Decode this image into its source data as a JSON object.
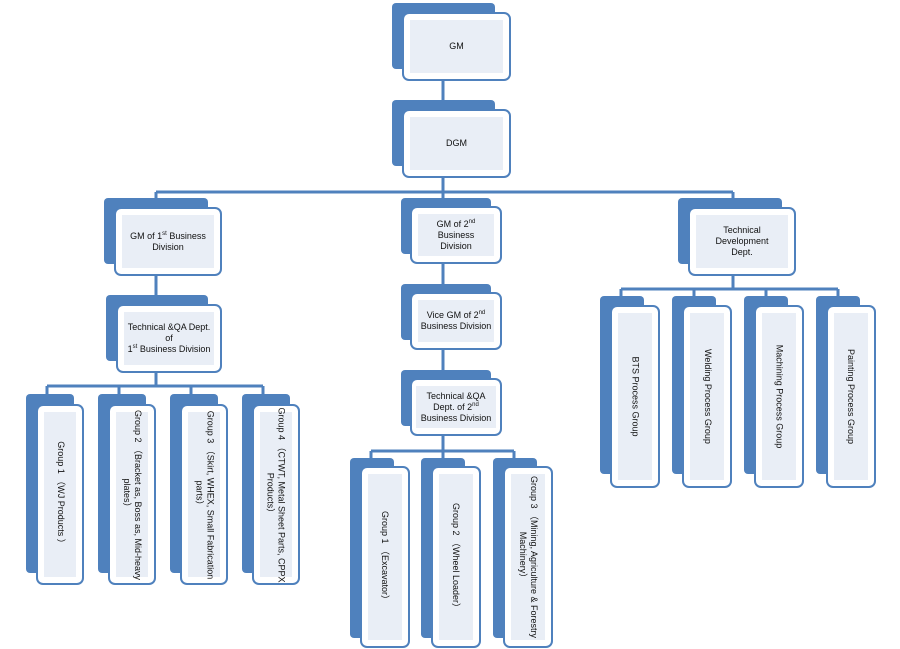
{
  "colors": {
    "line": "#4f81bd",
    "box_fill": "#e9eef6",
    "box_border": "#4f81bd"
  },
  "org": {
    "gm": "GM",
    "dgm": "DGM",
    "div1": {
      "line1_pre": "GM of 1",
      "line1_sup": "st",
      "line1_post": " Business",
      "line2": "Division"
    },
    "div2": {
      "line1_pre": "GM of 2",
      "line1_sup": "nd",
      "line1_post": " Business",
      "line2": "Division"
    },
    "tech_dev": {
      "line1": "Technical Development",
      "line2": "Dept."
    },
    "qa1": {
      "line1": "Technical &QA Dept. of",
      "line2_pre": "1",
      "line2_sup": "st",
      "line2_post": " Business Division"
    },
    "vice_gm2": {
      "line1_pre": "Vice GM of 2",
      "line1_sup": "nd",
      "line2": "Business Division"
    },
    "qa2": {
      "line1": "Technical &QA",
      "line2_pre": "Dept. of 2",
      "line2_sup": "nd",
      "line3": "Business Division"
    },
    "div1_groups": [
      {
        "lines": [
          "Group 1 （WJ Products ）"
        ]
      },
      {
        "lines": [
          "Group 2 （Bracket as, Boss as, Mid-heavy",
          "plates）"
        ]
      },
      {
        "lines": [
          "Group 3 （Skirt, WHEX, Small Fabrication",
          "parts）"
        ]
      },
      {
        "lines": [
          "Group 4 （CTWT, Metal Sheet Parts, CPPX",
          "Products）"
        ]
      }
    ],
    "div2_groups": [
      {
        "lines": [
          "Group 1 （Excavator）"
        ]
      },
      {
        "lines": [
          "Group 2 （Wheel Loader）"
        ]
      },
      {
        "lines": [
          "Group 3 （Mining, Agriculture & Forestry",
          "Machinery）"
        ]
      }
    ],
    "tech_groups": [
      {
        "lines": [
          "BTS  Process Group"
        ]
      },
      {
        "lines": [
          "Welding Process Group"
        ]
      },
      {
        "lines": [
          "Machining Process Group"
        ]
      },
      {
        "lines": [
          "Painting Process Group"
        ]
      }
    ]
  }
}
